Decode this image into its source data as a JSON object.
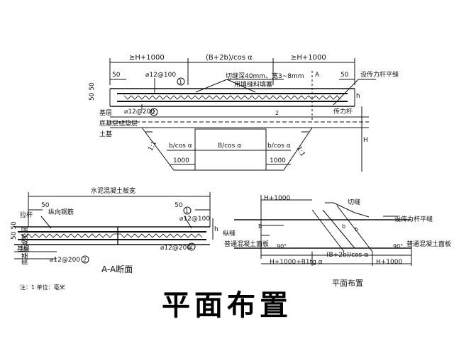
{
  "title": "平面布置",
  "labels": {
    "dim_h1000": "≥H+1000",
    "dim_b2b": "(B+2b)/cos α",
    "dim_50": "50",
    "dim_50_50": "50 50",
    "rebar_12_100": "⌀12@100",
    "rebar_12_200": "⌀12@200",
    "circle_1": "1",
    "circle_2": "2",
    "cut_joint": "切缝深40mm、宽3~8mm",
    "fill_material": "用填缝料填塞",
    "force_rod_joint": "设传力杆平缝",
    "force_rod": "传力杆",
    "base_layer": "基层",
    "subbase": "底基层或垫层",
    "soil": "土基",
    "slope": "1:1",
    "b_cos": "b/cos α",
    "B_cos": "B/cos α",
    "dim_1000": "1000",
    "letter_A": "A",
    "letter_H": "H",
    "letter_h": "h",
    "letter_2": "2",
    "slab_width": "水泥混凝土板宽",
    "tie_bar": "拉杆",
    "longitudinal_rebar": "纵向钢筋",
    "section_title": "A-A断面",
    "note": "注：1  单位：毫米",
    "plan_h1000": "H+1000",
    "cut_label": "切缝",
    "plan_force_rod": "设传力杆平缝",
    "plan_longi_joint": "纵缝",
    "plan_b": "B",
    "plan_b2": "b",
    "plan_b_letter": "b",
    "ordinary_slab": "普通混凝土面板",
    "angle_90": "90°",
    "plan_b2b": "(B+2b)/cos α",
    "plan_h1000_btg": "H+1000+B1tg α",
    "plan_title": "平面布置"
  }
}
